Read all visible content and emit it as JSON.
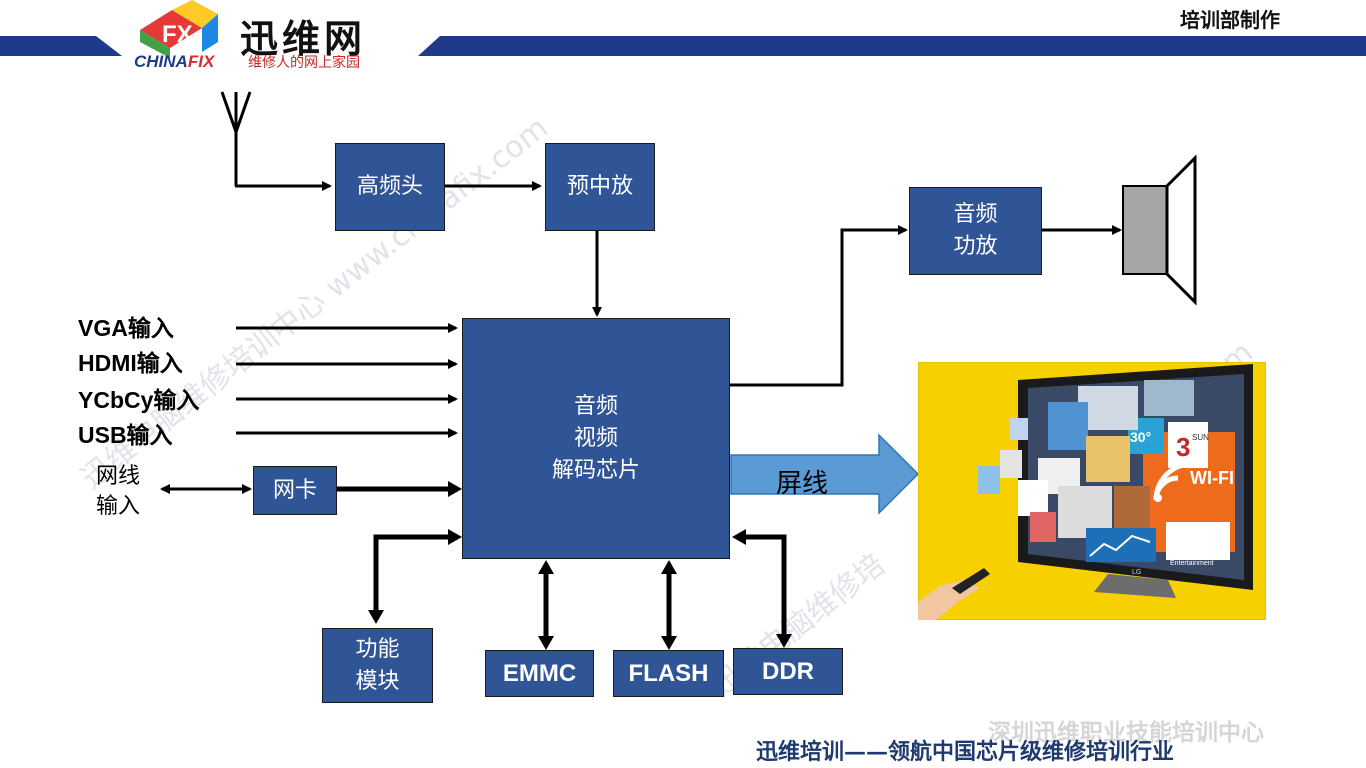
{
  "header": {
    "logo_cn": "迅维网",
    "logo_en_a": "CHINA",
    "logo_en_b": "FIX",
    "logo_slogan": "维修人的网上家园",
    "corner": "培训部制作"
  },
  "watermark": {
    "line1": "迅维电脑维修培训中心 www.chinafix.com",
    "line2": "迅维电脑维修培",
    "line3": ".com"
  },
  "blocks": {
    "tuner": "高频头",
    "preamp": "预中放",
    "audio_amp": [
      "音频",
      "功放"
    ],
    "decoder": [
      "音频",
      "视频",
      "解码芯片"
    ],
    "nic": "网卡",
    "func_module": [
      "功能",
      "模块"
    ],
    "emmc": "EMMC",
    "flash": "FLASH",
    "ddr": "DDR"
  },
  "inputs": {
    "vga": "VGA输入",
    "hdmi": "HDMI输入",
    "ycbcy": "YCbCy输入",
    "usb": "USB输入",
    "network": [
      "网线",
      "输入"
    ]
  },
  "screen_line": "屏线",
  "tv": {
    "wifi": "WI-FI",
    "sun_num": "3",
    "sun_txt": "SUN",
    "deg": "30°",
    "brand": "LG",
    "ent": "Entertainment"
  },
  "footer": {
    "main": "迅维培训——领航中国芯片级维修培训行业",
    "overlay": "深圳迅维职业技能培训中心"
  },
  "colors": {
    "block_fill": "#2f5597",
    "header_band": "#1f3a8a",
    "arrow_fill": "#5b9bd5",
    "tv_bg": "#f7d000"
  }
}
